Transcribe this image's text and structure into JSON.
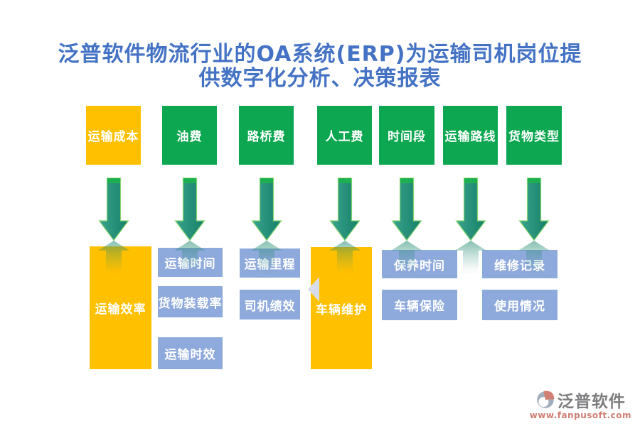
{
  "title": {
    "line1": "泛普软件物流行业的OA系统(ERP)为运输司机岗位提",
    "line2": "供数字化分析、决策报表"
  },
  "top_row": [
    {
      "label": "运输成本"
    },
    {
      "label": "油费"
    },
    {
      "label": "路桥费"
    },
    {
      "label": "人工费"
    },
    {
      "label": "时间段"
    },
    {
      "label": "运输路线"
    },
    {
      "label": "货物类型"
    }
  ],
  "bottom": {
    "transport_efficiency": "运输效率",
    "vehicle_maintenance": "车辆维护",
    "transport_time": "运输时间",
    "cargo_load_rate": "货物装载率",
    "transport_timeliness": "运输时效",
    "transport_mileage": "运输里程",
    "driver_performance": "司机绩效",
    "maintenance_time": "保养时间",
    "vehicle_insurance": "车辆保险",
    "repair_records": "维修记录",
    "usage_status": "使用情况"
  },
  "icons": {
    "down_arrow": "down-arrow-icon",
    "logo_mark": "fanpu-logo-icon"
  },
  "colors": {
    "gold": "#FFC000",
    "green": "#0CA750",
    "blue_box": "#8EA9DB",
    "arrow_teal": "#228B72",
    "arrow_cap_green": "#1EB050",
    "title_blue": "#4472C4",
    "watermark_salmon": "#CC7163",
    "watermark_gray": "#6F6F73"
  },
  "watermark": {
    "brand": "泛普软件",
    "url": "www.fanpusoft.com"
  }
}
